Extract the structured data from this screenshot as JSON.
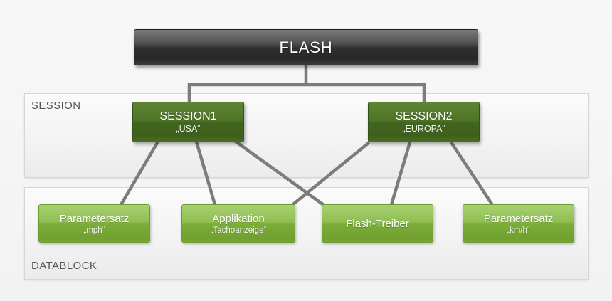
{
  "diagram": {
    "root": {
      "label": "FLASH"
    },
    "sections": {
      "session": {
        "label": "SESSION",
        "nodes": [
          {
            "title": "SESSION1",
            "subtitle": "„USA“"
          },
          {
            "title": "SESSION2",
            "subtitle": "„EUROPA“"
          }
        ]
      },
      "datablock": {
        "label": "DATABLOCK",
        "nodes": [
          {
            "title": "Parametersatz",
            "subtitle": "„mph“"
          },
          {
            "title": "Applikation",
            "subtitle": "„Tachoanzeige“"
          },
          {
            "title": "Flash-Treiber",
            "subtitle": ""
          },
          {
            "title": "Parametersatz",
            "subtitle": "„km/h“"
          }
        ]
      }
    },
    "connections": [
      {
        "from": "FLASH",
        "to": "SESSION1"
      },
      {
        "from": "FLASH",
        "to": "SESSION2"
      },
      {
        "from": "SESSION1",
        "to": "Parametersatz „mph“"
      },
      {
        "from": "SESSION1",
        "to": "Applikation „Tachoanzeige“"
      },
      {
        "from": "SESSION1",
        "to": "Flash-Treiber"
      },
      {
        "from": "SESSION2",
        "to": "Applikation „Tachoanzeige“"
      },
      {
        "from": "SESSION2",
        "to": "Flash-Treiber"
      },
      {
        "from": "SESSION2",
        "to": "Parametersatz „km/h“"
      }
    ],
    "colors": {
      "background": "#f5f5f5",
      "flash_box": "#303030",
      "session_box": "#4d7527",
      "datablock_box": "#7bae37",
      "connector": "#7c7c7c",
      "panel_border": "#d6d6d6",
      "panel_label_text": "#565656",
      "node_text": "#ffffff"
    }
  }
}
